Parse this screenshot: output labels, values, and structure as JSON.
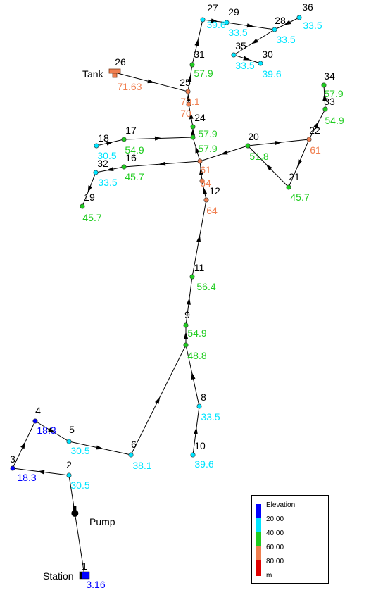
{
  "colors": {
    "band_lt20": "#0000ff",
    "band_20_40": "#00e5ff",
    "band_40_60": "#1fcc1f",
    "band_60_80": "#f07f50",
    "band_gt80": "#e00000",
    "link": "#000000"
  },
  "nodes": [
    {
      "id": "1",
      "name": "1",
      "value": "3.16",
      "band": "band_lt20",
      "kind": "reservoir"
    },
    {
      "id": "2",
      "name": "2",
      "value": "30.5",
      "band": "band_20_40",
      "kind": "junction"
    },
    {
      "id": "3",
      "name": "3",
      "value": "18.3",
      "band": "band_lt20",
      "kind": "junction"
    },
    {
      "id": "4",
      "name": "4",
      "value": "18.3",
      "band": "band_lt20",
      "kind": "junction"
    },
    {
      "id": "5",
      "name": "5",
      "value": "30.5",
      "band": "band_20_40",
      "kind": "junction"
    },
    {
      "id": "6",
      "name": "6",
      "value": "38.1",
      "band": "band_20_40",
      "kind": "junction"
    },
    {
      "id": "7",
      "name": "",
      "value": "48.8",
      "band": "band_40_60",
      "kind": "junction"
    },
    {
      "id": "8",
      "name": "8",
      "value": "33.5",
      "band": "band_20_40",
      "kind": "junction"
    },
    {
      "id": "9",
      "name": "9",
      "value": "54.9",
      "band": "band_40_60",
      "kind": "junction"
    },
    {
      "id": "10",
      "name": "10",
      "value": "39.6",
      "band": "band_20_40",
      "kind": "junction"
    },
    {
      "id": "11",
      "name": "11",
      "value": "56.4",
      "band": "band_40_60",
      "kind": "junction"
    },
    {
      "id": "12",
      "name": "12",
      "value": "64",
      "band": "band_60_80",
      "kind": "junction"
    },
    {
      "id": "13",
      "name": "",
      "value": "64",
      "band": "band_60_80",
      "kind": "junction"
    },
    {
      "id": "14",
      "name": "",
      "value": "61",
      "band": "band_60_80",
      "kind": "junction"
    },
    {
      "id": "15",
      "name": "",
      "value": "57.9",
      "band": "band_40_60",
      "kind": "junction"
    },
    {
      "id": "16",
      "name": "16",
      "value": "45.7",
      "band": "band_40_60",
      "kind": "junction"
    },
    {
      "id": "17",
      "name": "17",
      "value": "54.9",
      "band": "band_40_60",
      "kind": "junction"
    },
    {
      "id": "18",
      "name": "18",
      "value": "30.5",
      "band": "band_20_40",
      "kind": "junction"
    },
    {
      "id": "19",
      "name": "19",
      "value": "45.7",
      "band": "band_40_60",
      "kind": "junction"
    },
    {
      "id": "20",
      "name": "20",
      "value": "51.8",
      "band": "band_40_60",
      "kind": "junction"
    },
    {
      "id": "21",
      "name": "21",
      "value": "45.7",
      "band": "band_40_60",
      "kind": "junction"
    },
    {
      "id": "22",
      "name": "22",
      "value": "61",
      "band": "band_60_80",
      "kind": "junction"
    },
    {
      "id": "23",
      "name": "",
      "value": "70",
      "band": "band_60_80",
      "kind": "junction"
    },
    {
      "id": "24",
      "name": "24",
      "value": "57.9",
      "band": "band_40_60",
      "kind": "junction"
    },
    {
      "id": "25",
      "name": "25",
      "value": "70.1",
      "band": "band_60_80",
      "kind": "junction"
    },
    {
      "id": "26",
      "name": "26",
      "value": "71.63",
      "band": "band_60_80",
      "kind": "tank"
    },
    {
      "id": "27",
      "name": "27",
      "value": "39.6",
      "band": "band_20_40",
      "kind": "junction"
    },
    {
      "id": "28",
      "name": "28",
      "value": "33.5",
      "band": "band_20_40",
      "kind": "junction"
    },
    {
      "id": "29",
      "name": "29",
      "value": "33.5",
      "band": "band_20_40",
      "kind": "junction"
    },
    {
      "id": "30",
      "name": "30",
      "value": "39.6",
      "band": "band_20_40",
      "kind": "junction"
    },
    {
      "id": "31",
      "name": "31",
      "value": "57.9",
      "band": "band_40_60",
      "kind": "junction"
    },
    {
      "id": "32",
      "name": "32",
      "value": "33.5",
      "band": "band_20_40",
      "kind": "junction"
    },
    {
      "id": "33",
      "name": "33",
      "value": "54.9",
      "band": "band_40_60",
      "kind": "junction"
    },
    {
      "id": "34",
      "name": "34",
      "value": "57.9",
      "band": "band_40_60",
      "kind": "junction"
    },
    {
      "id": "35",
      "name": "35",
      "value": "33.5",
      "band": "band_20_40",
      "kind": "junction"
    },
    {
      "id": "36",
      "name": "36",
      "value": "33.5",
      "band": "band_20_40",
      "kind": "junction"
    }
  ],
  "links": [
    {
      "from": "1",
      "to": "2",
      "pump": true
    },
    {
      "from": "2",
      "to": "3"
    },
    {
      "from": "3",
      "to": "4"
    },
    {
      "from": "4",
      "to": "5"
    },
    {
      "from": "5",
      "to": "6"
    },
    {
      "from": "6",
      "to": "7"
    },
    {
      "from": "10",
      "to": "8"
    },
    {
      "from": "8",
      "to": "7"
    },
    {
      "from": "7",
      "to": "9"
    },
    {
      "from": "9",
      "to": "11"
    },
    {
      "from": "11",
      "to": "12"
    },
    {
      "from": "12",
      "to": "13"
    },
    {
      "from": "13",
      "to": "14"
    },
    {
      "from": "14",
      "to": "16"
    },
    {
      "from": "16",
      "to": "32"
    },
    {
      "from": "32",
      "to": "19"
    },
    {
      "from": "17",
      "to": "15"
    },
    {
      "from": "18",
      "to": "17"
    },
    {
      "from": "14",
      "to": "15"
    },
    {
      "from": "15",
      "to": "24"
    },
    {
      "from": "24",
      "to": "23"
    },
    {
      "from": "23",
      "to": "25"
    },
    {
      "from": "26",
      "to": "25"
    },
    {
      "from": "25",
      "to": "31"
    },
    {
      "from": "31",
      "to": "27"
    },
    {
      "from": "27",
      "to": "29"
    },
    {
      "from": "29",
      "to": "28"
    },
    {
      "from": "36",
      "to": "28"
    },
    {
      "from": "28",
      "to": "35"
    },
    {
      "from": "35",
      "to": "30"
    },
    {
      "from": "20",
      "to": "14"
    },
    {
      "from": "20",
      "to": "22"
    },
    {
      "from": "22",
      "to": "21"
    },
    {
      "from": "21",
      "to": "20"
    },
    {
      "from": "22",
      "to": "33"
    },
    {
      "from": "33",
      "to": "34"
    }
  ],
  "labels": {
    "tank": "Tank",
    "pump": "Pump",
    "station": "Station"
  },
  "legend": {
    "title": "Elevation",
    "items": [
      "20.00",
      "40.00",
      "60.00",
      "80.00"
    ],
    "unit": "m"
  }
}
